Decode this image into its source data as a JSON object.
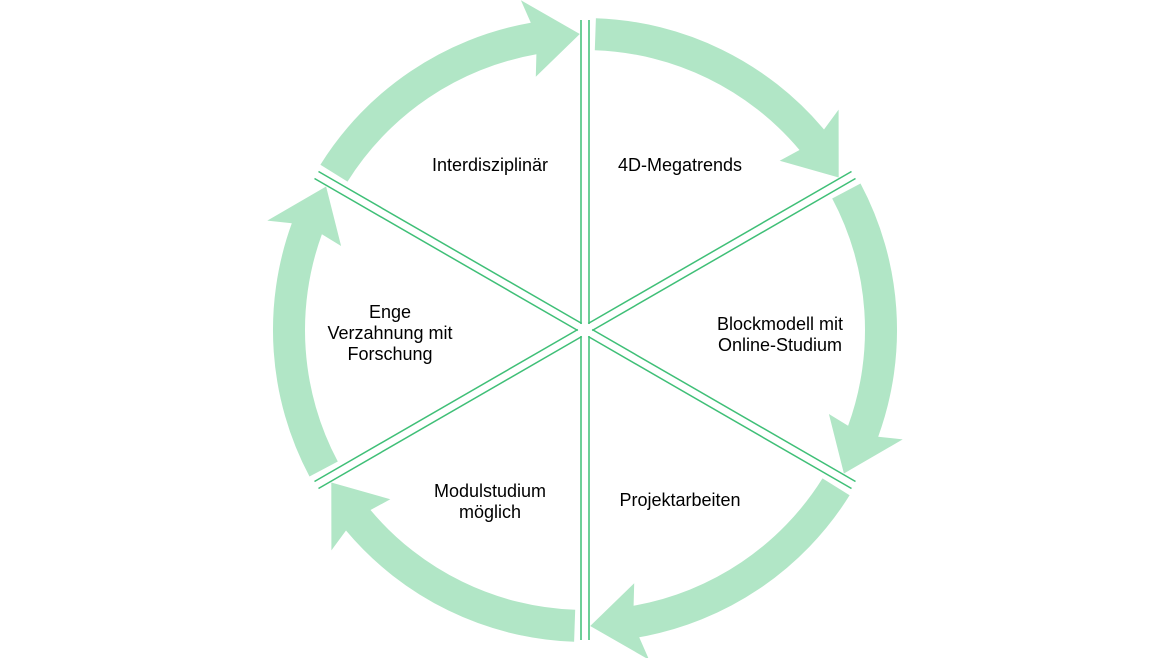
{
  "diagram": {
    "type": "cycle",
    "colors": {
      "arrow_fill": "#b1e6c6",
      "divider_stroke": "#3fbf77",
      "text": "#000000",
      "background": "#ffffff"
    },
    "segments": [
      {
        "id": "interdisziplinaer",
        "lines": [
          "Interdisziplinär"
        ]
      },
      {
        "id": "megatrends",
        "lines": [
          "4D-Megatrends"
        ]
      },
      {
        "id": "blockmodell",
        "lines": [
          "Blockmodell mit",
          "Online-Studium"
        ]
      },
      {
        "id": "projektarbeiten",
        "lines": [
          "Projektarbeiten"
        ]
      },
      {
        "id": "modulstudium",
        "lines": [
          "Modulstudium",
          "möglich"
        ]
      },
      {
        "id": "forschung",
        "lines": [
          "Enge",
          "Verzahnung mit",
          "Forschung"
        ]
      }
    ]
  }
}
